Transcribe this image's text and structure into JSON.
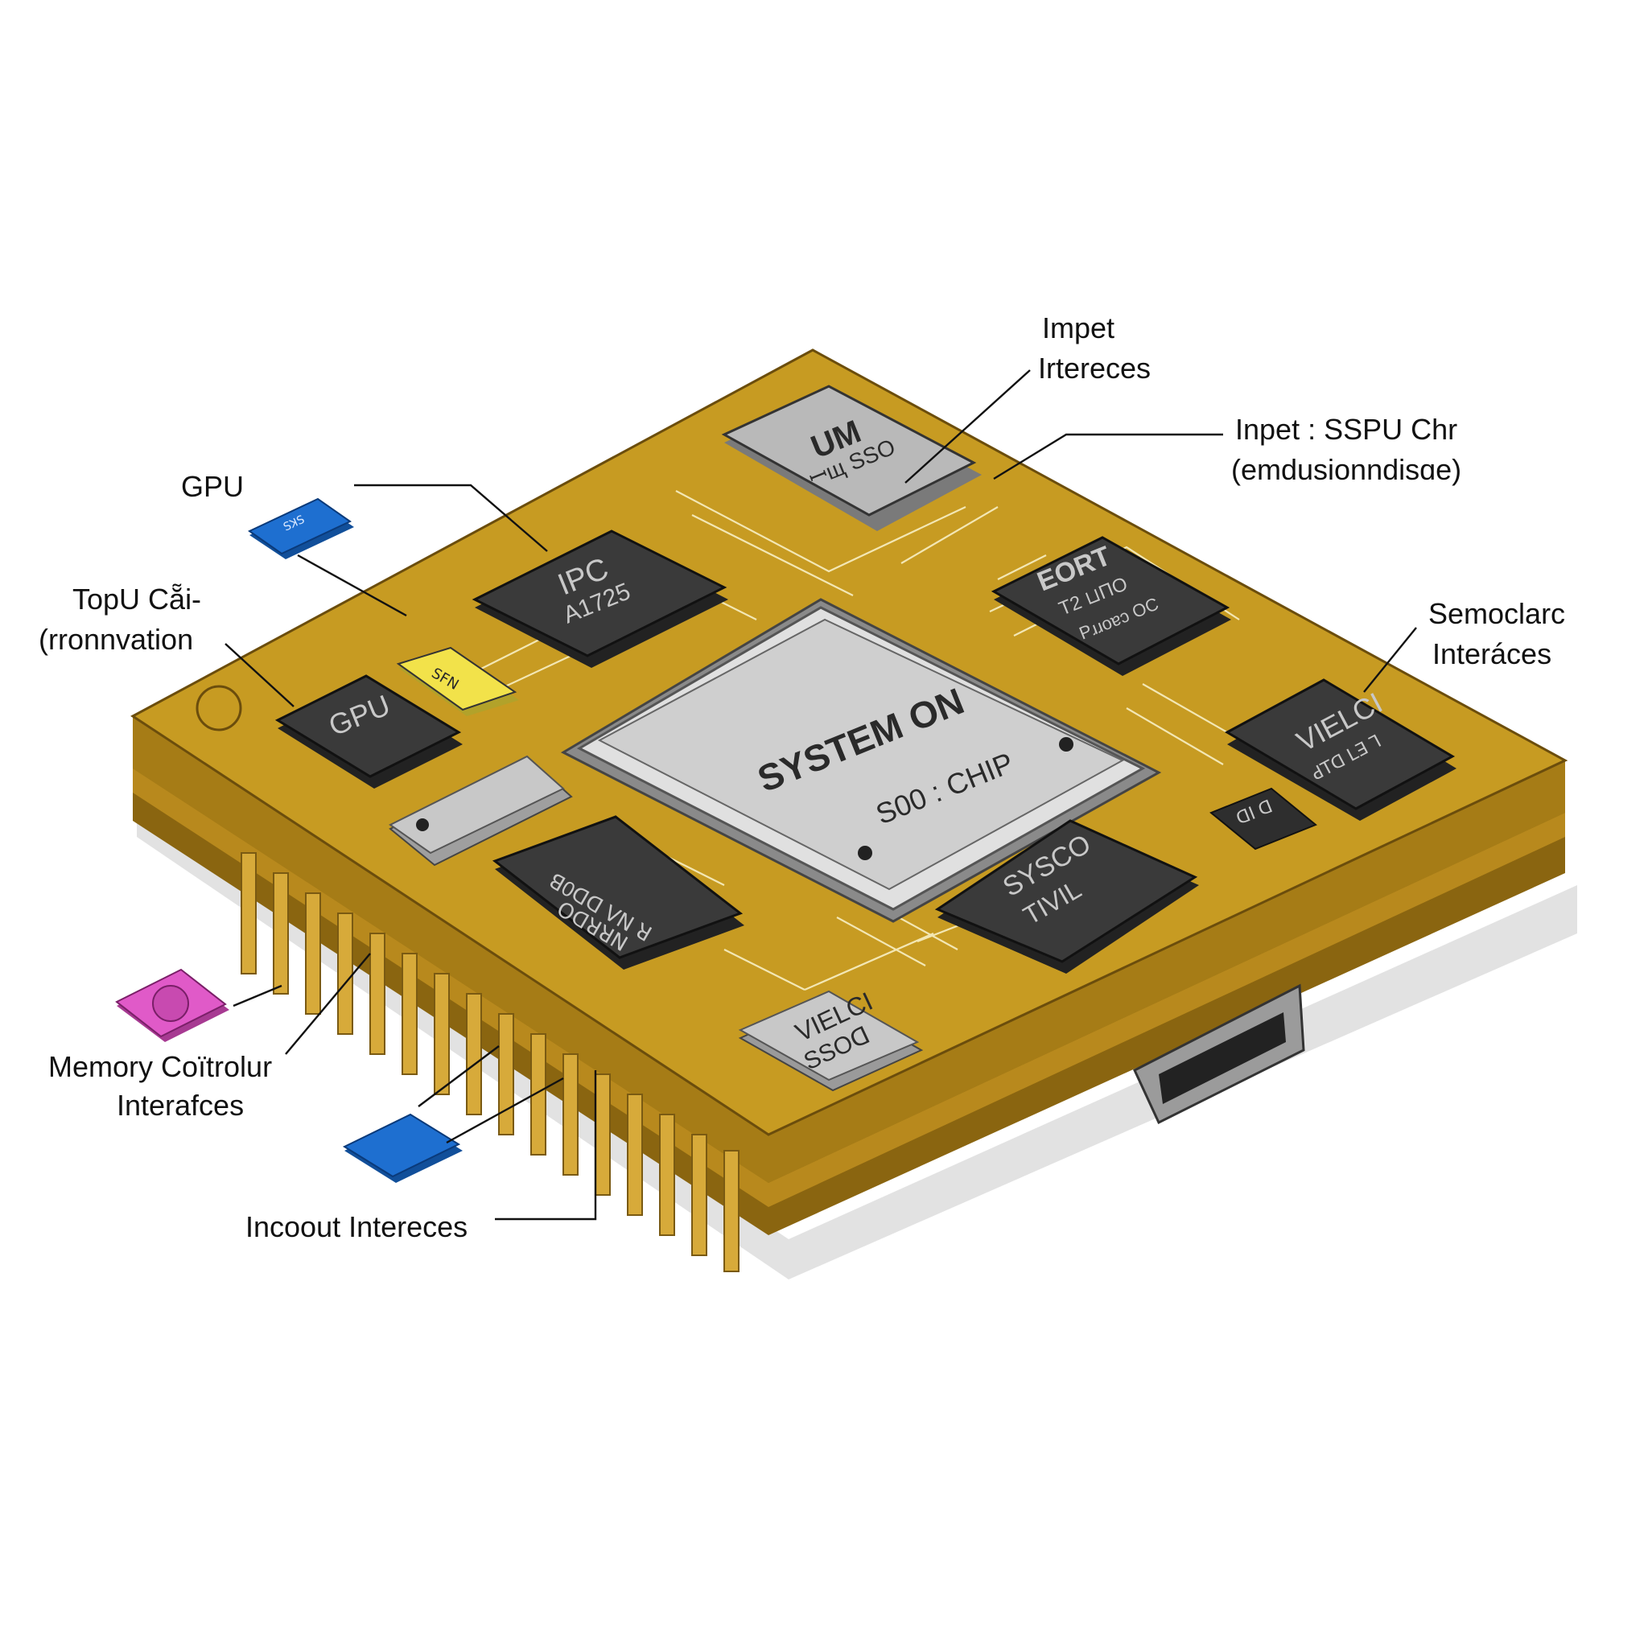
{
  "diagram": {
    "callouts": {
      "gpu": "GPU",
      "topu_line1": "TopU Cẵi-",
      "topu_line2": "(rronnvation",
      "impet_line1": "Impet",
      "impet_line2": "Irtereces",
      "sspu_line1": "Inpet : SSPU Chr",
      "sspu_line2": "(emdusionndisɑe)",
      "semoclarc_line1": "Semoclarc",
      "semoclarc_line2": "Interáces",
      "memory_line1": "Memory Coïtrolur",
      "memory_line2": "Interafces",
      "incoout": "Incoout  Intereces"
    },
    "chips": {
      "soc_line1": "SYSTEM ON",
      "soc_line2": "S00 : CHIP",
      "um_line1": "UM",
      "um_line2": "ꟷщ SSO",
      "ipc_line1": "IPC",
      "ipc_line2": "A1725",
      "eort_line1": "EORT",
      "eort_line2": "T2 ⊔ΠO",
      "eort_line3": "Pɹɹoɐɔ OC",
      "gpu_chip": "GPU",
      "vielc_right_line1": "VIELCI",
      "vielc_right_line2": "ꓒꓔꓷ ꓡꓱ ꓶ",
      "nmmo_line1": "ꓭ0ꓷꓷ ꓦꓠ ꓤ",
      "nmmo_line2": "ꓳꓷꓤꓤꓠ",
      "sysco_line1": "SYSCO",
      "sysco_line2": "TIVIL",
      "vielc_small_line1": "VIELCI",
      "vielc_small_line2": "SSOꓷ",
      "mini_chip": "ꓷꓲ ꓷ",
      "yellow_tag": "ꓢꓝꓠ",
      "blue_tag": "ꓢꓘꓢ"
    }
  },
  "colors": {
    "board": "#c79b22",
    "board_side": "#a67c16",
    "board_side_dark": "#8a6510",
    "chip_black": "#3a3a3a",
    "chip_grey": "#b9b9b9",
    "soc_grey": "#cfcfcf",
    "blue_component": "#1e6fd0",
    "pink_component": "#e05ac8",
    "yellow_component": "#f2e24a",
    "trace": "#f3e7b4"
  }
}
